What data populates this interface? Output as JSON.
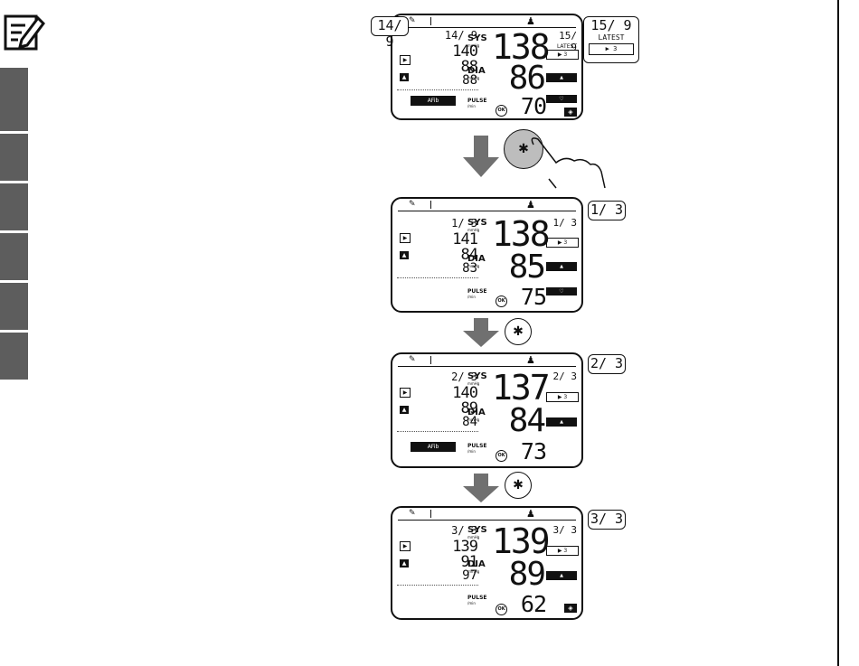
{
  "screens": [
    {
      "hist_date": "14/ 9",
      "hist_sys": "140",
      "hist_dia": "88",
      "hist_pulse": "88",
      "afib": "AFib",
      "sys_label": "SYS",
      "dia_label": "DIA",
      "unit": "mmHg",
      "pulse_label": "PULSE",
      "pulse_unit": "/min",
      "sys": "138",
      "dia": "86",
      "pulse": "70",
      "date": "15/ 9",
      "latest": "LATEST",
      "play": "▶ 3"
    },
    {
      "hist_date": "1/ 3",
      "hist_sys": "141",
      "hist_dia": "84",
      "hist_pulse": "83",
      "afib": "",
      "sys_label": "SYS",
      "dia_label": "DIA",
      "unit": "mmHg",
      "pulse_label": "PULSE",
      "pulse_unit": "/min",
      "sys": "138",
      "dia": "85",
      "pulse": "75",
      "date": "1/ 3",
      "latest": "",
      "play": "▶ 3"
    },
    {
      "hist_date": "2/ 3",
      "hist_sys": "140",
      "hist_dia": "89",
      "hist_pulse": "84",
      "afib": "AFib",
      "sys_label": "SYS",
      "dia_label": "DIA",
      "unit": "mmHg",
      "pulse_label": "PULSE",
      "pulse_unit": "/min",
      "sys": "137",
      "dia": "84",
      "pulse": "73",
      "date": "2/ 3",
      "latest": "",
      "play": "▶ 3"
    },
    {
      "hist_date": "3/ 3",
      "hist_sys": "139",
      "hist_dia": "91",
      "hist_pulse": "97",
      "afib": "",
      "sys_label": "SYS",
      "dia_label": "DIA",
      "unit": "mmHg",
      "pulse_label": "PULSE",
      "pulse_unit": "/min",
      "sys": "139",
      "dia": "89",
      "pulse": "62",
      "date": "3/ 3",
      "latest": "",
      "play": "▶ 3"
    }
  ],
  "callouts": {
    "left_top": "14/ 9",
    "right_top_date": "15/ 9",
    "right_top_label": "LATEST",
    "right_top_btn": "▶ 3",
    "s2": "1/ 3",
    "s3": "2/ 3",
    "s4": "3/ 3"
  },
  "ok_label": "OK",
  "bt_symbol": "✱",
  "colors": {
    "sidebar": "#5d5d5d",
    "button_gray": "#bdbdbd",
    "arrow": "#707070"
  }
}
